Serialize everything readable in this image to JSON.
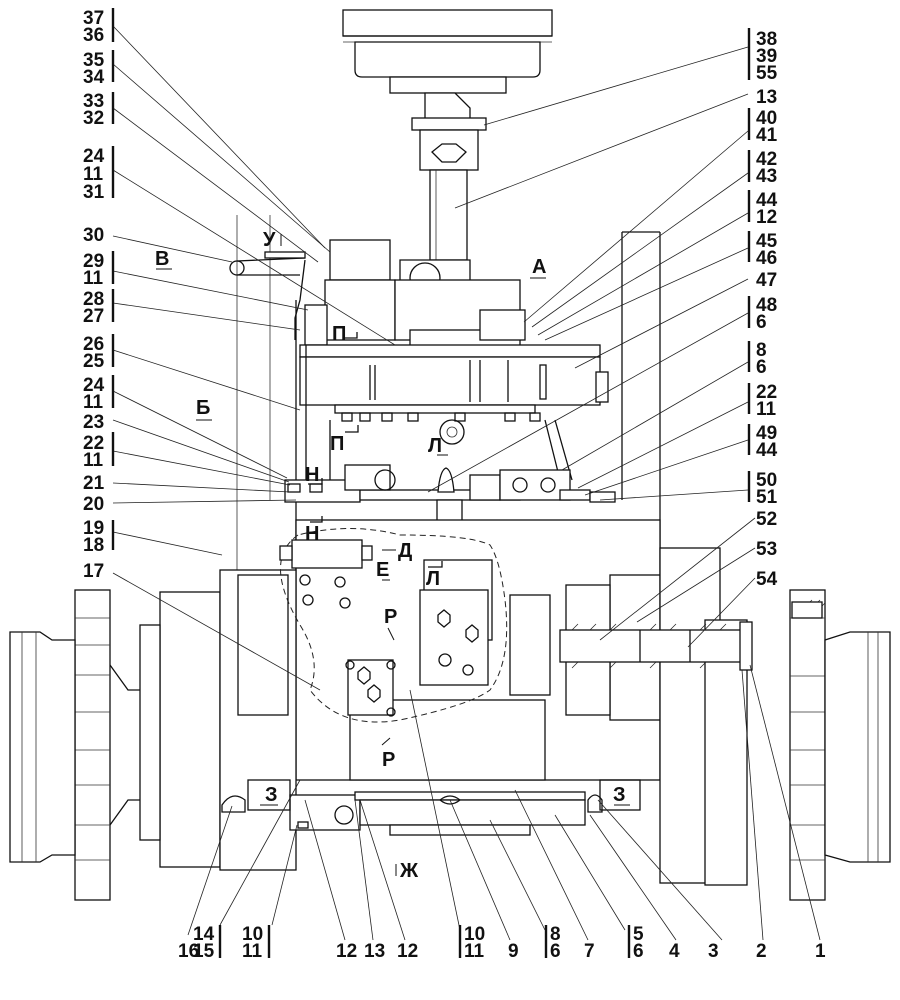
{
  "drawing": {
    "type": "assembly drawing",
    "line_color": "#111111",
    "background": "#ffffff"
  },
  "callouts_left": [
    {
      "id": "c37-36",
      "labels": [
        "37",
        "36"
      ]
    },
    {
      "id": "c35-34",
      "labels": [
        "35",
        "34"
      ]
    },
    {
      "id": "c33-32",
      "labels": [
        "33",
        "32"
      ]
    },
    {
      "id": "c24-11-31",
      "labels": [
        "24",
        "11",
        "31"
      ]
    },
    {
      "id": "c30",
      "labels": [
        "30"
      ]
    },
    {
      "id": "c29-11",
      "labels": [
        "29",
        "11"
      ]
    },
    {
      "id": "c28-27",
      "labels": [
        "28",
        "27"
      ]
    },
    {
      "id": "c26-25",
      "labels": [
        "26",
        "25"
      ]
    },
    {
      "id": "c24-11",
      "labels": [
        "24",
        "11"
      ]
    },
    {
      "id": "c23",
      "labels": [
        "23"
      ]
    },
    {
      "id": "c22-11",
      "labels": [
        "22",
        "11"
      ]
    },
    {
      "id": "c21",
      "labels": [
        "21"
      ]
    },
    {
      "id": "c20",
      "labels": [
        "20"
      ]
    },
    {
      "id": "c19-18",
      "labels": [
        "19",
        "18"
      ]
    },
    {
      "id": "c17",
      "labels": [
        "17"
      ]
    }
  ],
  "callouts_right": [
    {
      "id": "c38-39-55",
      "labels": [
        "38",
        "39",
        "55"
      ]
    },
    {
      "id": "c13",
      "labels": [
        "13"
      ]
    },
    {
      "id": "c40-41",
      "labels": [
        "40",
        "41"
      ]
    },
    {
      "id": "c42-43",
      "labels": [
        "42",
        "43"
      ]
    },
    {
      "id": "c44-12",
      "labels": [
        "44",
        "12"
      ]
    },
    {
      "id": "c45-46",
      "labels": [
        "45",
        "46"
      ]
    },
    {
      "id": "c47",
      "labels": [
        "47"
      ]
    },
    {
      "id": "c48-6",
      "labels": [
        "48",
        "6"
      ]
    },
    {
      "id": "c8-6",
      "labels": [
        "8",
        "6"
      ]
    },
    {
      "id": "c22-11r",
      "labels": [
        "22",
        "11"
      ]
    },
    {
      "id": "c49-44",
      "labels": [
        "49",
        "44"
      ]
    },
    {
      "id": "c50-51",
      "labels": [
        "50",
        "51"
      ]
    },
    {
      "id": "c52",
      "labels": [
        "52"
      ]
    },
    {
      "id": "c53",
      "labels": [
        "53"
      ]
    },
    {
      "id": "c54",
      "labels": [
        "54"
      ]
    }
  ],
  "callouts_bottom": [
    {
      "id": "c16",
      "labels": [
        "16"
      ]
    },
    {
      "id": "c14-15",
      "labels": [
        "14",
        "15"
      ]
    },
    {
      "id": "c10-11a",
      "labels": [
        "10",
        "11"
      ]
    },
    {
      "id": "c12a",
      "labels": [
        "12"
      ]
    },
    {
      "id": "c13b",
      "labels": [
        "13"
      ]
    },
    {
      "id": "c12b",
      "labels": [
        "12"
      ]
    },
    {
      "id": "c10-11b",
      "labels": [
        "10",
        "11"
      ]
    },
    {
      "id": "c9",
      "labels": [
        "9"
      ]
    },
    {
      "id": "c8-6b",
      "labels": [
        "8",
        "6"
      ]
    },
    {
      "id": "c7",
      "labels": [
        "7"
      ]
    },
    {
      "id": "c5-6",
      "labels": [
        "5",
        "6"
      ]
    },
    {
      "id": "c4",
      "labels": [
        "4"
      ]
    },
    {
      "id": "c3",
      "labels": [
        "3"
      ]
    },
    {
      "id": "c2",
      "labels": [
        "2"
      ]
    },
    {
      "id": "c1",
      "labels": [
        "1"
      ]
    }
  ],
  "view_labels": {
    "U": "У",
    "V": "В",
    "A": "А",
    "P_upper": "П",
    "P_mid": "П",
    "B": "Б",
    "L_upper": "Л",
    "N_upper": "Н",
    "N_lower": "Н",
    "D": "Д",
    "E": "Е",
    "L_lower": "Л",
    "R_upper": "Р",
    "R_lower": "Р",
    "Z_left": "З",
    "Z_right": "З",
    "ZH": "Ж"
  }
}
